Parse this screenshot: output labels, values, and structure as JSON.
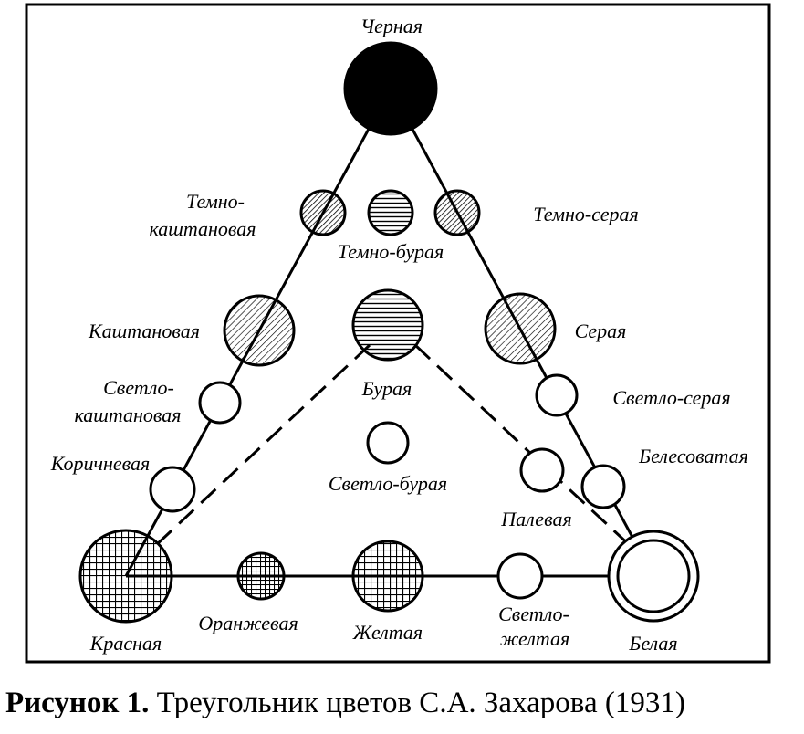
{
  "diagram": {
    "labels": {
      "black": "Черная",
      "dark_chestnut_1": "Темно-",
      "dark_chestnut_2": "каштановая",
      "dark_brown": "Темно-бурая",
      "dark_gray": "Темно-серая",
      "chestnut": "Каштановая",
      "gray": "Серая",
      "brown": "Бурая",
      "light_chestnut_1": "Светло-",
      "light_chestnut_2": "каштановая",
      "light_gray": "Светло-серая",
      "cinnamon": "Коричневая",
      "light_brown": "Светло-бурая",
      "whitish": "Белесоватая",
      "pale": "Палевая",
      "red": "Красная",
      "orange": "Оранжевая",
      "yellow": "Желтая",
      "light_yellow_1": "Светло-",
      "light_yellow_2": "желтая",
      "white": "Белая"
    }
  },
  "caption": {
    "bold": "Рисунок 1.",
    "text": " Треугольник цветов С.А. Захарова (1931)"
  }
}
